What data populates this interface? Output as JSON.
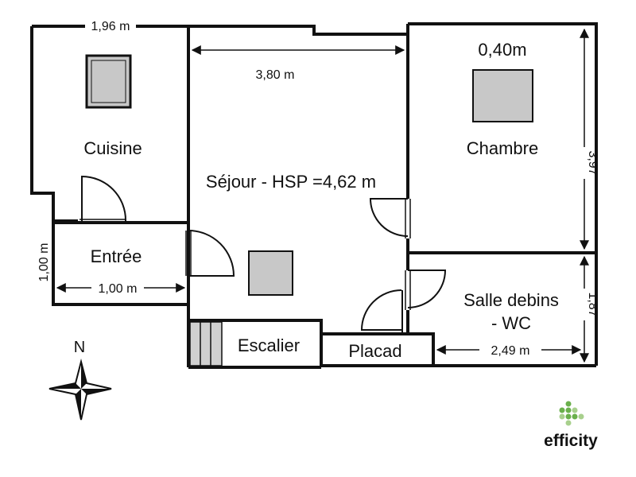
{
  "rooms": {
    "cuisine": "Cuisine",
    "sejour": "Séjour - HSP =4,62 m",
    "chambre": "Chambre",
    "entree": "Entrée",
    "salle_l1": "Salle debins",
    "salle_l2": "- WC",
    "escalier": "Escalier",
    "placard": "Placad"
  },
  "dimensions": {
    "cuisine_width": "1,96 m",
    "sejour_width": "3,80 m",
    "chambre_top": "0,40m",
    "chambre_height": "3,97",
    "entree_height": "1,00 m",
    "entree_width": "1,00 m",
    "salle_height": "1,87",
    "salle_width": "2,49 m"
  },
  "compass": {
    "north": "N"
  },
  "brand": {
    "logo_text": "efficity",
    "colors": [
      "#6ab04c",
      "#a8d08d"
    ]
  },
  "colors": {
    "wall": "#111111",
    "furniture_fill": "#c8c8c8",
    "stair_fill": "#d0d0d0"
  }
}
